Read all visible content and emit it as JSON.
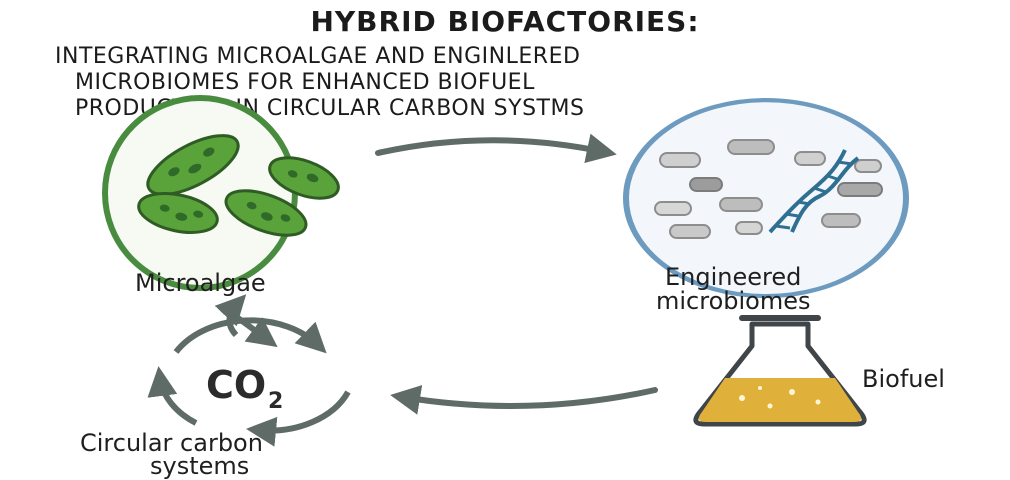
{
  "header": {
    "title": "HYBRID BIOFACTORIES:",
    "subtitle_lines": [
      "INTEGRATING MICROALGAE AND ENGINLERED",
      "MICROBIOMES FOR ENHANCED BIOFUEL",
      "PRODUCTION IN CIRCULAR CARBON SYSTMS"
    ]
  },
  "nodes": {
    "microalgae": {
      "label": "Microalgae"
    },
    "microbiomes": {
      "label_lines": [
        "Engineered",
        "microbiomes"
      ]
    },
    "biofuel": {
      "label": "Biofuel"
    },
    "carbon": {
      "label_lines": [
        "Circular carbon",
        "systems"
      ],
      "co2_text": "CO",
      "co2_subscript": "2"
    }
  },
  "colors": {
    "algae_ring": "#4a8c3f",
    "algae_fill": "#5aa33a",
    "microbiome_ring": "#6d9bc0",
    "dna": "#2f6f92",
    "arrow": "#5f6b66",
    "fuel": "#e0b13a"
  },
  "icons": [
    "algae-cells-icon",
    "microbes-icon",
    "dna-icon",
    "flask-icon",
    "co2-cycle-icon",
    "arrow-icon"
  ]
}
